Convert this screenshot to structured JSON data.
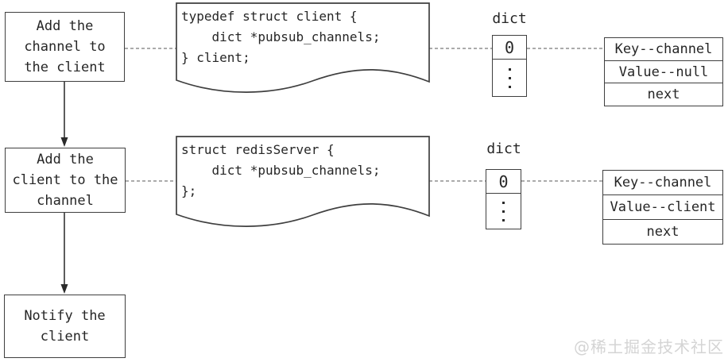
{
  "flow_steps": [
    {
      "label": "Add the\nchannel to\nthe client"
    },
    {
      "label": "Add the\nclient to the\nchannel"
    },
    {
      "label": "Notify the\nclient"
    }
  ],
  "code_documents": [
    {
      "code": "typedef struct client {\n    dict *pubsub_channels;\n} client;"
    },
    {
      "code": "struct redisServer {\n    dict *pubsub_channels;\n};"
    }
  ],
  "dict_structs": [
    {
      "title": "dict",
      "slot_index": "0"
    },
    {
      "title": "dict",
      "slot_index": "0"
    }
  ],
  "hash_entries": [
    {
      "key": "Key--channel",
      "value": "Value--null",
      "next": "next"
    },
    {
      "key": "Key--channel",
      "value": "Value--client",
      "next": "next"
    }
  ],
  "watermark": "@稀土掘金技术社区",
  "colors": {
    "line": "#3f3f3f",
    "dash": "#8f8f8f",
    "text": "#262626",
    "watermark": "#d4d4d4"
  }
}
